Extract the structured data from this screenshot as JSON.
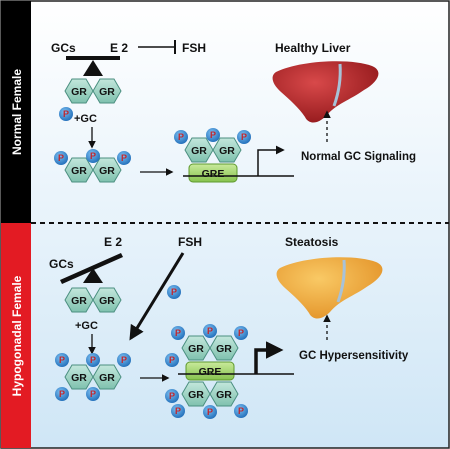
{
  "panels": {
    "top": {
      "side_label": "Normal Female",
      "gcs": "GCs",
      "e2": "E 2",
      "fsh": "FSH",
      "gr": "GR",
      "plus_gc": "+GC",
      "p": "P",
      "gre": "GRE",
      "outcome_title": "Healthy Liver",
      "signal_label": "Normal GC Signaling"
    },
    "bottom": {
      "side_label": "Hypogonadal Female",
      "e2": "E 2",
      "fsh": "FSH",
      "gcs": "GCs",
      "gr": "GR",
      "plus_gc": "+GC",
      "p": "P",
      "gre": "GRE",
      "outcome_title": "Steatosis",
      "signal_label": "GC Hypersensitivity"
    }
  },
  "colors": {
    "top_side_bar": "#000000",
    "bottom_side_bar": "#e31b23",
    "panel_bg": "#d3e9f7",
    "hex_fill": "#9fd3c4",
    "gre_fill": "#a6d479",
    "p_circle": "#3a8ed6",
    "healthy_liver": "#a91d1d",
    "steatotic_liver": "#f0a93a"
  }
}
